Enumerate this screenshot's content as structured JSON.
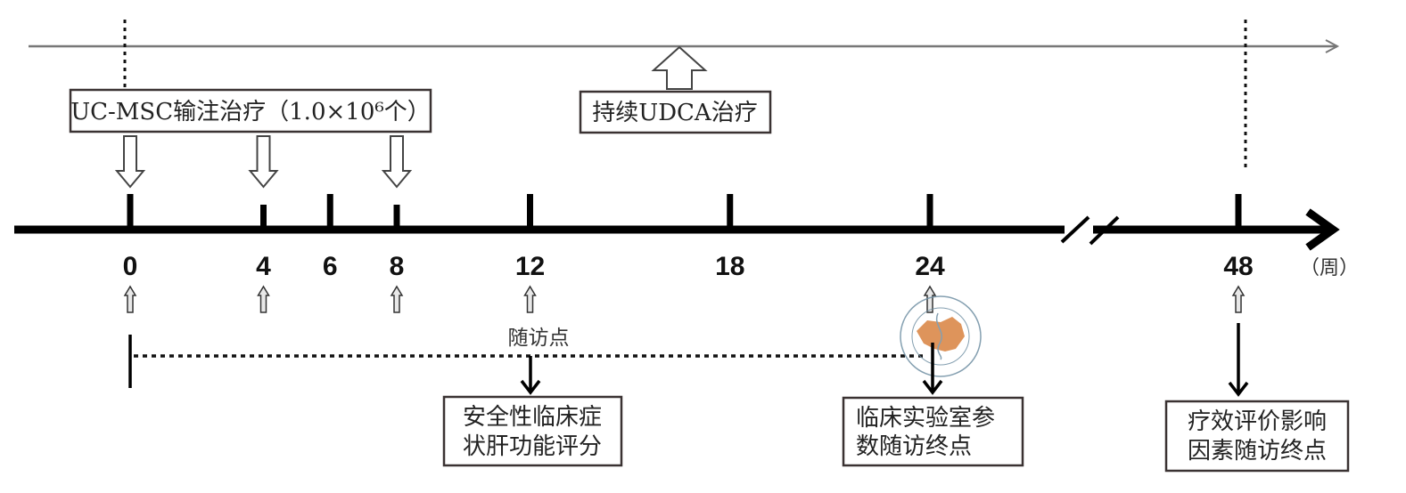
{
  "title": "UC-MSC treatment and follow-up timeline",
  "axis": {
    "unit_label": "（周）",
    "ticks": [
      {
        "week": 0,
        "label": "0",
        "infusion": true,
        "visit": true
      },
      {
        "week": 4,
        "label": "4",
        "infusion": true,
        "visit": true
      },
      {
        "week": 6,
        "label": "6",
        "infusion": false,
        "visit": false
      },
      {
        "week": 8,
        "label": "8",
        "infusion": true,
        "visit": true
      },
      {
        "week": 12,
        "label": "12",
        "infusion": false,
        "visit": true
      },
      {
        "week": 18,
        "label": "18",
        "infusion": false,
        "visit": false
      },
      {
        "week": 24,
        "label": "24",
        "infusion": false,
        "visit": true
      },
      {
        "week": 48,
        "label": "48",
        "infusion": false,
        "visit": true
      }
    ],
    "has_axis_break": true
  },
  "boxes": {
    "infusion": "UC-MSC输注治疗（1.0×10⁶个）",
    "udca": "持续UDCA治疗",
    "endpoint_12_line1": "安全性临床症",
    "endpoint_12_line2": "状肝功能评分",
    "endpoint_24_line1": "临床实验室参",
    "endpoint_24_line2": "数随访终点",
    "endpoint_48_line1": "疗效评价影响",
    "endpoint_48_line2": "因素随访终点"
  },
  "visit_label": "随访点",
  "watermark": "Chinese Medical Association logo",
  "colors": {
    "axis": "#000000",
    "thin_line": "#777777",
    "box_border": "#3a3232",
    "watermark_orange": "#d9823f",
    "watermark_blue": "#6f8fa3"
  }
}
